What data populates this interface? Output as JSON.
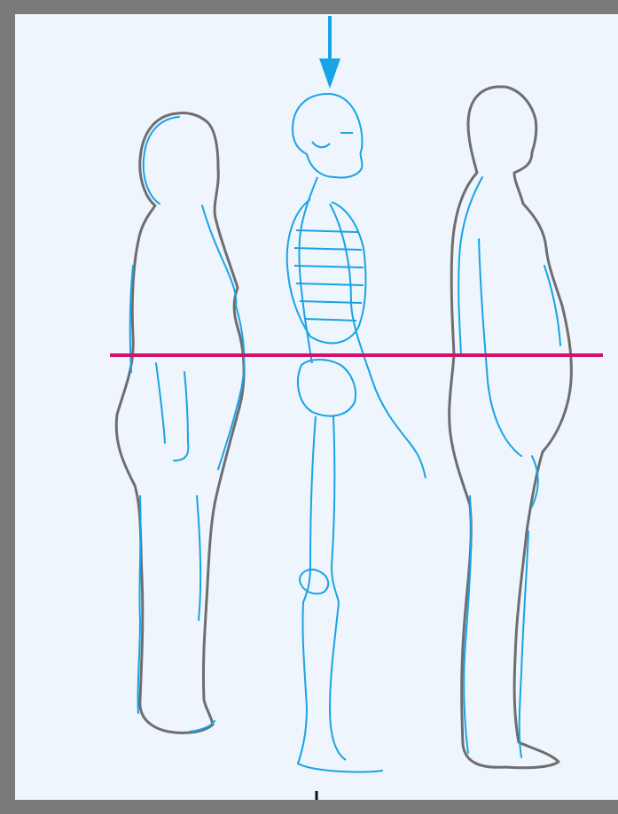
{
  "diagram": {
    "figures": [
      "woman-silhouette",
      "skeleton",
      "man-silhouette"
    ],
    "colors": {
      "frame_border": "#7a7a7a",
      "background": "#eef5fc",
      "body_blue": "#19a3e6",
      "outline_gray": "#6e6e6e",
      "reference_line": "#d4106e",
      "arrow": "#19a3e6",
      "tick": "#111111"
    },
    "icons": {
      "top_arrow": "down-arrow-icon",
      "bottom_tick": "tick-mark-icon"
    }
  }
}
